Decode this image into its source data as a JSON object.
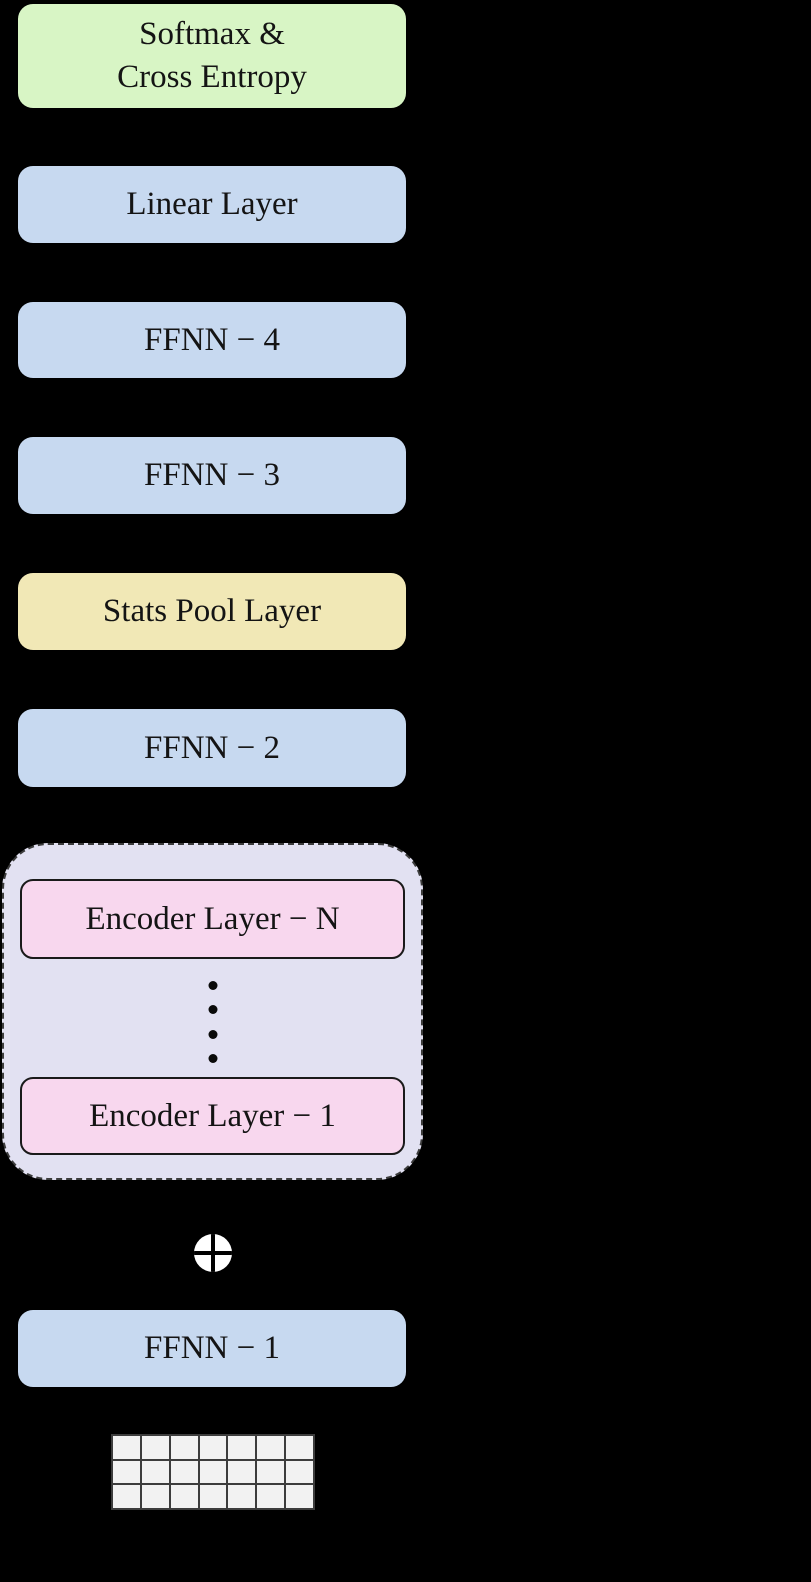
{
  "colors": {
    "background": "#000000",
    "text": "#141414",
    "softmax_fill": "#d8f5c5",
    "ffnn_fill": "#c7d9f0",
    "stats_pool_fill": "#f1e8b6",
    "encoder_container_fill": "#e2e1f2",
    "encoder_layer_fill": "#f8d7ee",
    "encoder_layer_border": "#1a1a1a",
    "grid_cell_fill": "#f2f2f2",
    "grid_line": "#3d3d3d",
    "plus_circle_fill": "#ffffff",
    "plus_cross": "#000000"
  },
  "diagram": {
    "softmax_box": {
      "line1": "Softmax &",
      "line2": "Cross Entropy"
    },
    "linear_box": {
      "label": "Linear Layer"
    },
    "ffnn4_box": {
      "label": "FFNN − 4"
    },
    "ffnn3_box": {
      "label": "FFNN − 3"
    },
    "stats_pool_box": {
      "label": "Stats Pool Layer"
    },
    "ffnn2_box": {
      "label": "FFNN − 2"
    },
    "encoder_block": {
      "top_box_label": "Encoder Layer − N",
      "bottom_box_label": "Encoder Layer − 1",
      "ellipsis_dots": 4
    },
    "add_symbol": {
      "icon": "circled-plus",
      "glyph": "⊕"
    },
    "ffnn1_box": {
      "label": "FFNN  − 1"
    },
    "input_grid": {
      "rows": 3,
      "columns": 7
    }
  }
}
